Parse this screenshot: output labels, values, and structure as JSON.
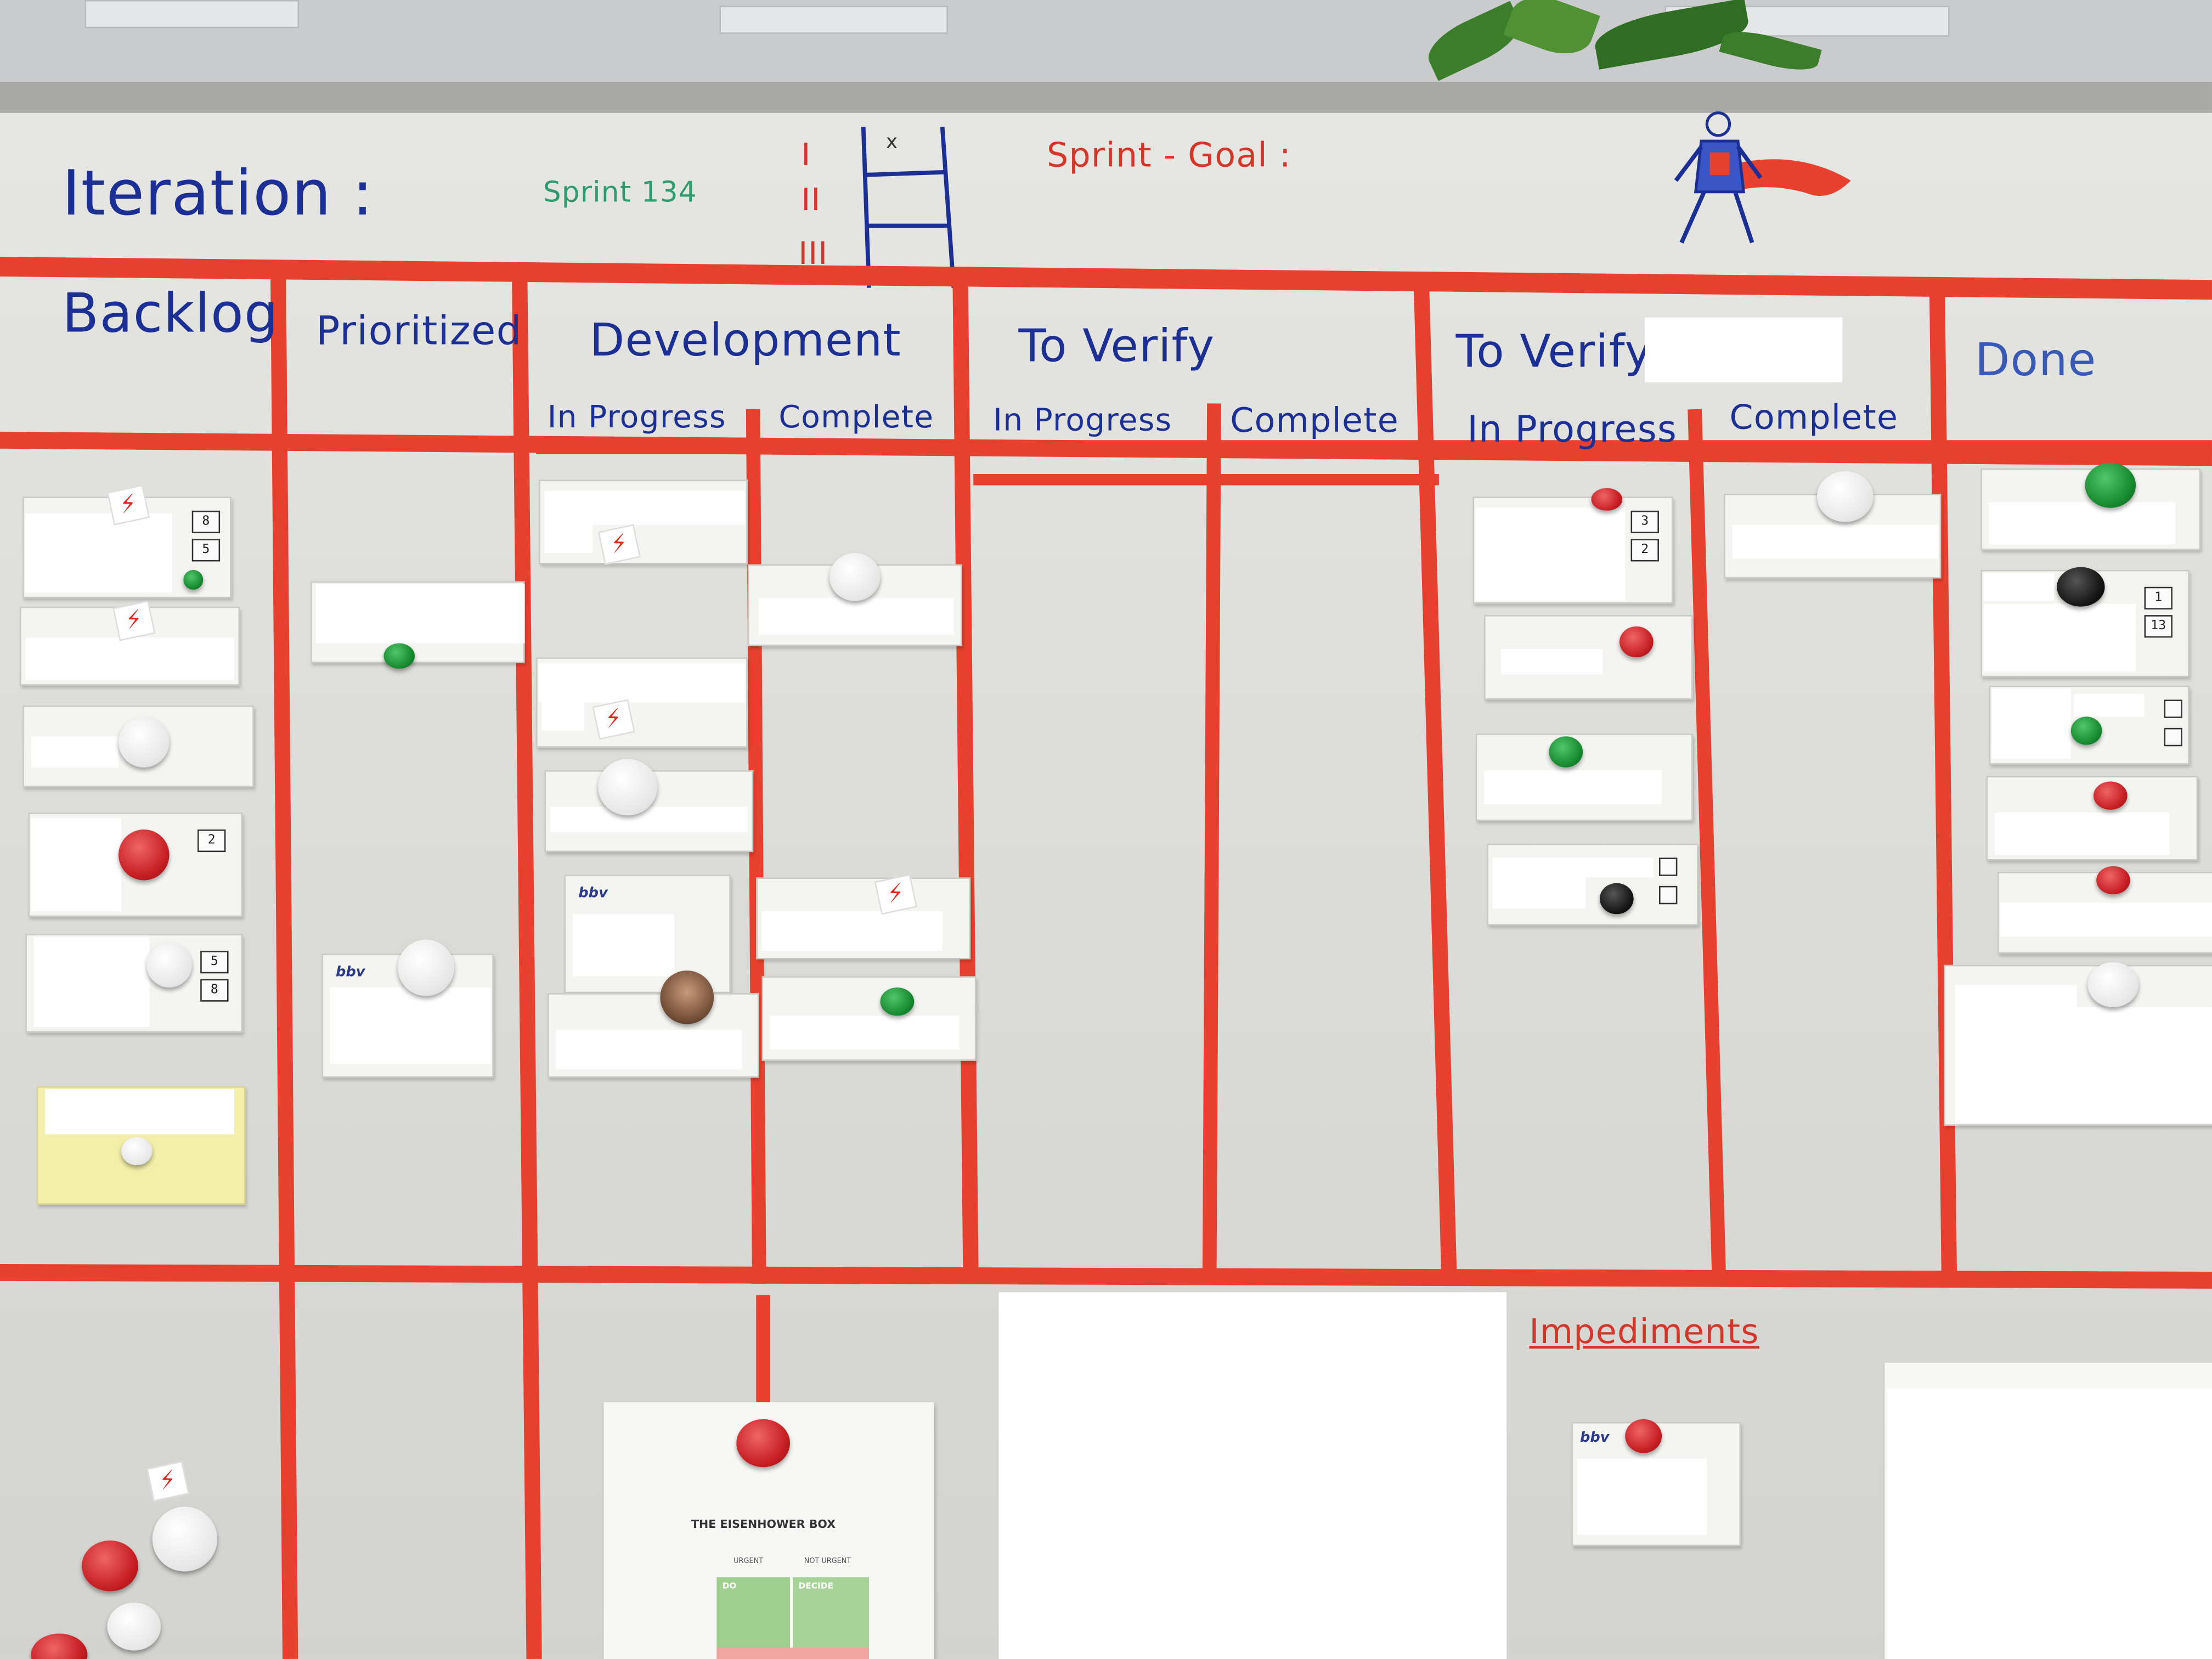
{
  "header": {
    "iteration": "Iteration :",
    "sprint": "Sprint 134",
    "phases": [
      "I",
      "II",
      "III"
    ],
    "ladder_mark": "x",
    "sprint_goal": "Sprint - Goal :"
  },
  "columns": {
    "backlog": "Backlog",
    "prioritized": "Prioritized",
    "development": "Development",
    "dev_in_progress": "In Progress",
    "dev_complete": "Complete",
    "to_verify": "To Verify",
    "verify_in_progress": "In Progress",
    "verify_complete": "Complete",
    "to_verify_2": "To Verify",
    "verify2_in_progress": "In Progress",
    "verify2_complete": "Complete",
    "done": "Done"
  },
  "cards": {
    "backlog_1_est": [
      "8",
      "5"
    ],
    "backlog_4_est": [
      "2"
    ],
    "backlog_5_est": [
      "5",
      "8"
    ],
    "verify_1_est": [
      "3",
      "2"
    ],
    "done_2_est": [
      "1",
      "13"
    ]
  },
  "logos": {
    "bbv": "bbv"
  },
  "sections": {
    "impediments": "Impediments"
  },
  "poster": {
    "title": "THE EISENHOWER BOX",
    "col_urgent": "URGENT",
    "col_not_urgent": "NOT URGENT",
    "cell_do": "DO",
    "cell_decide": "DECIDE"
  },
  "colors": {
    "tape": "#e8402e",
    "marker_blue": "#1c2f95",
    "marker_red": "#d8352a",
    "marker_green": "#2c9b6e",
    "board": "#dcdcd8"
  }
}
